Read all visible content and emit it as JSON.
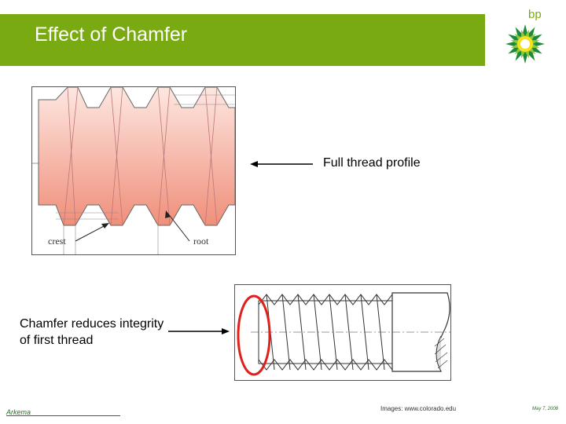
{
  "slide": {
    "title": "Effect of Chamfer",
    "logo_text": "bp",
    "label_full_thread": "Full thread profile",
    "label_chamfer": "Chamfer reduces integrity of first thread",
    "figure1": {
      "crest_label": "crest",
      "root_label": "root"
    },
    "footer": {
      "left": "Arkema",
      "middle": "Images: www.colorado.edu",
      "right": "May 7, 2008"
    }
  },
  "colors": {
    "title_bar": "#7aaa12",
    "thread_fill": "#f2a593",
    "highlight_ellipse": "#e0201a"
  }
}
